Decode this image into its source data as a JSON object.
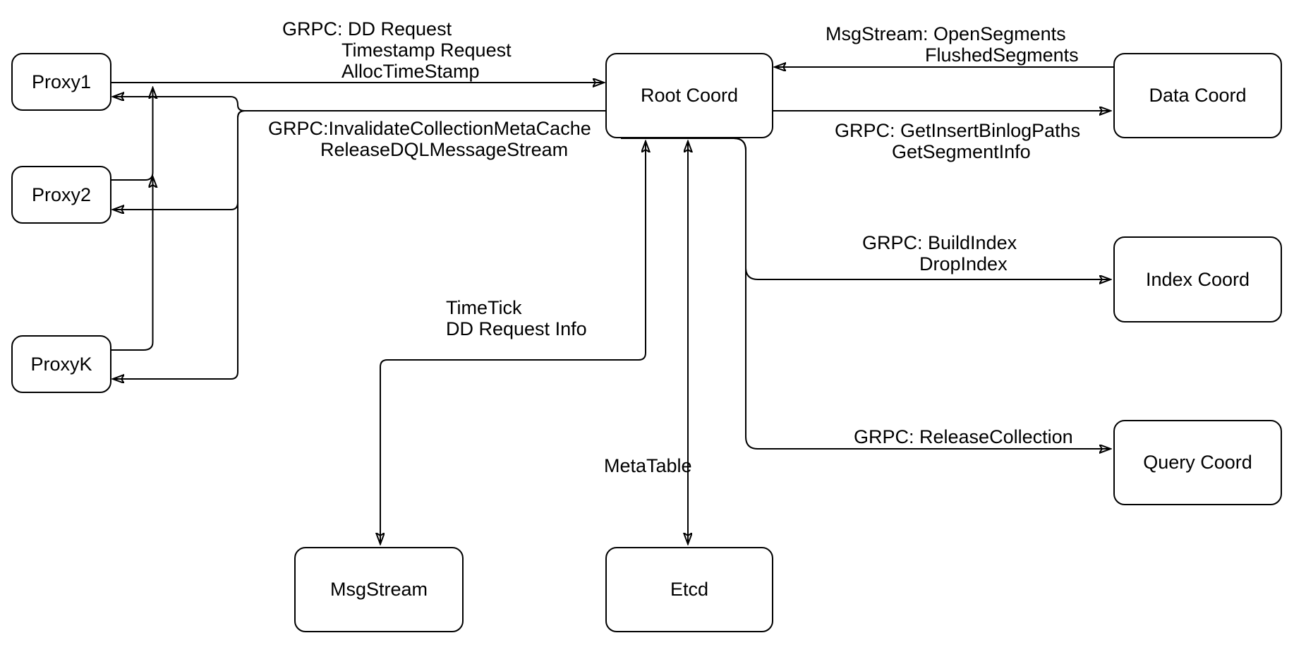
{
  "diagram": {
    "colors": {
      "stroke": "#000000",
      "node_fill": "#ffffff",
      "background": "#ffffff"
    },
    "nodes": {
      "proxy1": "Proxy1",
      "proxy2": "Proxy2",
      "proxyk": "ProxyK",
      "root_coord": "Root Coord",
      "data_coord": "Data Coord",
      "index_coord": "Index Coord",
      "query_coord": "Query Coord",
      "msgstream": "MsgStream",
      "etcd": "Etcd"
    },
    "edge_labels": {
      "proxy_to_root": {
        "lines": [
          "GRPC: DD Request",
          "Timestamp Request",
          "AllocTimeStamp"
        ]
      },
      "root_to_proxies": {
        "lines": [
          "GRPC:InvalidateCollectionMetaCache",
          "ReleaseDQLMessageStream"
        ]
      },
      "data_to_root": {
        "lines": [
          "MsgStream: OpenSegments",
          "FlushedSegments"
        ]
      },
      "root_to_data": {
        "lines": [
          "GRPC: GetInsertBinlogPaths",
          "GetSegmentInfo"
        ]
      },
      "root_to_index": {
        "lines": [
          "GRPC: BuildIndex",
          "DropIndex"
        ]
      },
      "root_to_query": {
        "lines": [
          "GRPC: ReleaseCollection"
        ]
      },
      "root_to_msgstream": {
        "lines": [
          "TimeTick",
          "DD Request Info"
        ]
      },
      "root_to_etcd": {
        "lines": [
          "MetaTable"
        ]
      }
    }
  }
}
